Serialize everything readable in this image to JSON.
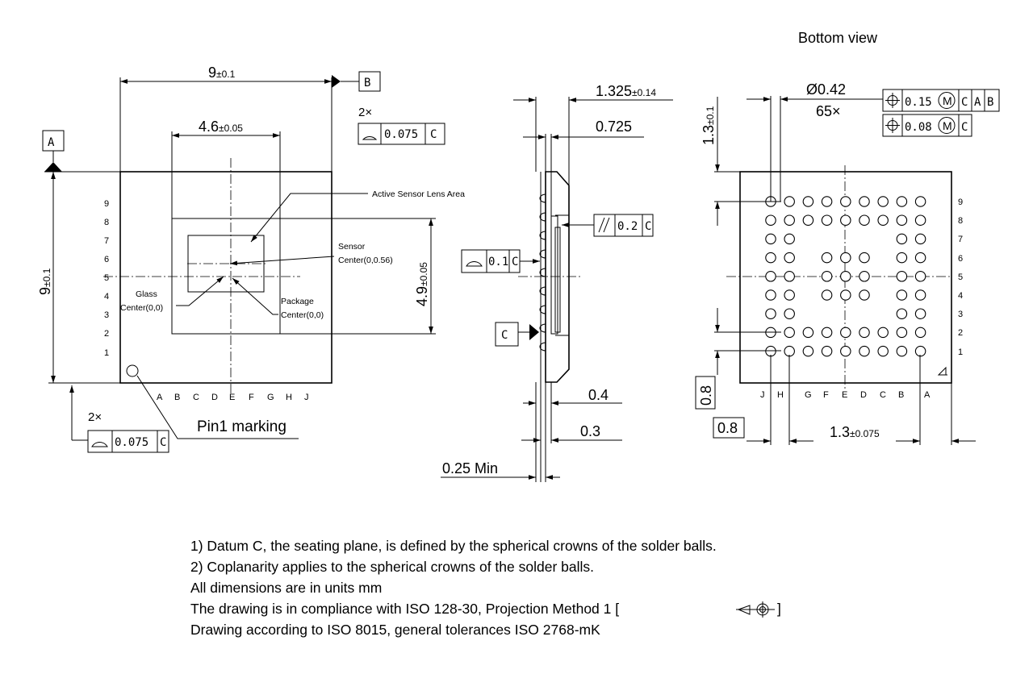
{
  "top_view": {
    "datum_a": "A",
    "datum_b": "B",
    "dim_width_main": "9",
    "dim_width_tol": "±0.1",
    "dim_glass_main": "4.6",
    "dim_glass_tol": "±0.05",
    "dim_height_main": "9",
    "dim_height_tol": "±0.1",
    "dim_glass_h_main": "4.9",
    "dim_glass_h_tol": "±0.05",
    "fcf_top_mult": "2×",
    "fcf_top_value": "0.075",
    "fcf_top_ref": "C",
    "fcf_bottom_mult": "2×",
    "fcf_bottom_value": "0.075",
    "fcf_bottom_ref": "C",
    "row_labels": [
      "9",
      "8",
      "7",
      "6",
      "5",
      "4",
      "3",
      "2",
      "1"
    ],
    "col_labels": [
      "A",
      "B",
      "C",
      "D",
      "E",
      "F",
      "G",
      "H",
      "J"
    ],
    "label_active_area": "Active Sensor Lens Area",
    "label_sensor_1": "Sensor",
    "label_sensor_2": "Center(0,0.56)",
    "label_glass_1": "Glass",
    "label_glass_2": "Center(0,0)",
    "label_package_1": "Package",
    "label_package_2": "Center(0,0)",
    "label_pin1": "Pin1 marking"
  },
  "side_view": {
    "dim_total_main": "1.325",
    "dim_total_tol": "±0.14",
    "dim_body": "0.725",
    "fcf_parallel_value": "0.2",
    "fcf_parallel_ref": "C",
    "fcf_flat_value": "0.1",
    "fcf_flat_ref": "C",
    "datum_c": "C",
    "dim_04": "0.4",
    "dim_03": "0.3",
    "dim_025": "0.25 Min"
  },
  "bottom_view": {
    "title": "Bottom view",
    "ball_dia": "Ø0.42",
    "ball_count": "65×",
    "fcf1_value": "0.15",
    "fcf1_mod": "M",
    "fcf1_ref1": "C",
    "fcf1_ref2": "A",
    "fcf1_ref3": "B",
    "fcf2_value": "0.08",
    "fcf2_mod": "M",
    "fcf2_ref1": "C",
    "dim_edge_v_main": "1.3",
    "dim_edge_v_tol": "±0.1",
    "dim_pitch_v": "0.8",
    "dim_pitch_h": "0.8",
    "dim_edge_h_main": "1.3",
    "dim_edge_h_tol": "±0.075",
    "row_labels": [
      "9",
      "8",
      "7",
      "6",
      "5",
      "4",
      "3",
      "2",
      "1"
    ],
    "col_labels": [
      "J",
      "H",
      "G",
      "F",
      "E",
      "D",
      "C",
      "B",
      "A"
    ],
    "balls": [
      [
        1,
        1,
        1,
        1,
        1,
        1,
        1,
        1,
        1
      ],
      [
        1,
        1,
        1,
        1,
        1,
        1,
        1,
        1,
        1
      ],
      [
        1,
        1,
        0,
        0,
        0,
        0,
        0,
        1,
        1
      ],
      [
        1,
        1,
        0,
        1,
        1,
        1,
        0,
        1,
        1
      ],
      [
        1,
        1,
        0,
        1,
        1,
        1,
        0,
        1,
        1
      ],
      [
        1,
        1,
        0,
        1,
        1,
        1,
        0,
        1,
        1
      ],
      [
        1,
        1,
        0,
        0,
        0,
        0,
        0,
        1,
        1
      ],
      [
        1,
        1,
        1,
        1,
        1,
        1,
        1,
        1,
        1
      ],
      [
        1,
        1,
        1,
        1,
        1,
        1,
        1,
        1,
        1
      ]
    ]
  },
  "notes": [
    "1) Datum C, the seating plane, is defined by the spherical crowns of the solder balls.",
    "2) Coplanarity applies to the spherical crowns of the solder balls.",
    "All dimensions are in units mm",
    "The drawing is in compliance with ISO 128-30, Projection Method 1 [",
    "Drawing according to ISO 8015, general tolerances ISO 2768-mK"
  ],
  "notes_suffix": "]"
}
